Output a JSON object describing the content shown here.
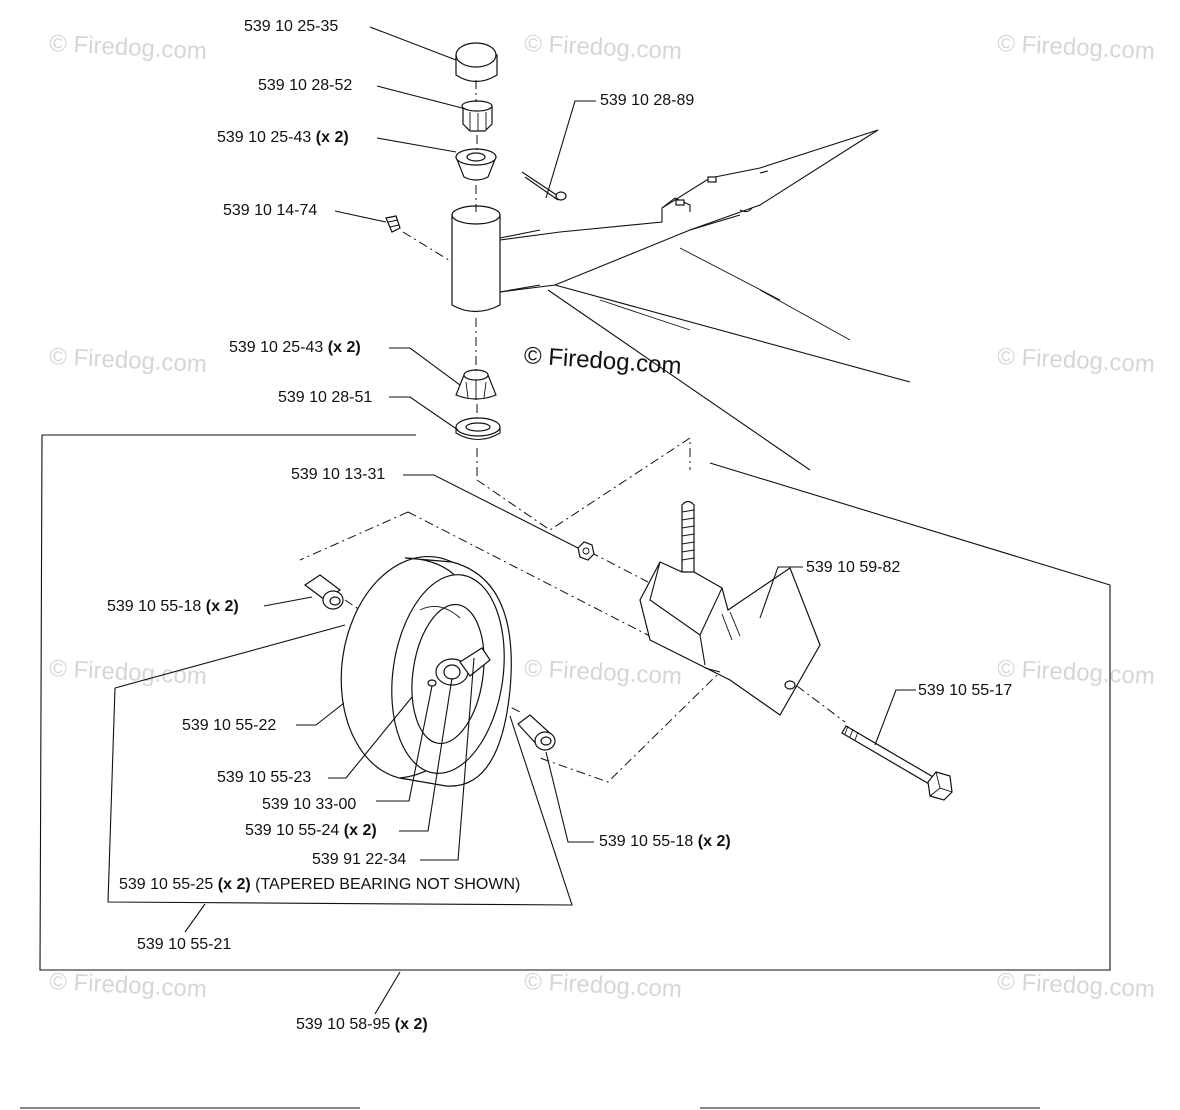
{
  "watermark": "© Firedog.com",
  "center_watermark": "© Firedog.com",
  "callouts": [
    {
      "id": "cap",
      "part": "539 10 25-35",
      "qty": ""
    },
    {
      "id": "castle-nut",
      "part": "539 10 28-52",
      "qty": ""
    },
    {
      "id": "cotter-pin",
      "part": "539 10 28-89",
      "qty": ""
    },
    {
      "id": "bearing-cone-top",
      "part": "539 10 25-43",
      "qty": "(x 2)"
    },
    {
      "id": "grease-fitting",
      "part": "539 10 14-74",
      "qty": ""
    },
    {
      "id": "bearing-cone-bottom",
      "part": "539 10 25-43",
      "qty": "(x 2)"
    },
    {
      "id": "seal",
      "part": "539 10 28-51",
      "qty": ""
    },
    {
      "id": "lock-nut",
      "part": "539 10 13-31",
      "qty": ""
    },
    {
      "id": "caster-fork",
      "part": "539 10 59-82",
      "qty": ""
    },
    {
      "id": "spacer-left",
      "part": "539 10 55-18",
      "qty": "(x 2)"
    },
    {
      "id": "axle-bolt",
      "part": "539 10 55-17",
      "qty": ""
    },
    {
      "id": "tire",
      "part": "539 10 55-22",
      "qty": ""
    },
    {
      "id": "rim",
      "part": "539 10 55-23",
      "qty": ""
    },
    {
      "id": "hub",
      "part": "539 10 33-00",
      "qty": ""
    },
    {
      "id": "bearing",
      "part": "539 10 55-24",
      "qty": "(x 2)"
    },
    {
      "id": "spacer-right",
      "part": "539 10 55-18",
      "qty": "(x 2)"
    },
    {
      "id": "grease-zerk",
      "part": "539 91 22-34",
      "qty": ""
    },
    {
      "id": "bearing-race",
      "part": "539 10 55-25",
      "qty": "(x 2)",
      "note": "(TAPERED BEARING NOT SHOWN)"
    },
    {
      "id": "wheel-assembly",
      "part": "539 10 55-21",
      "qty": ""
    },
    {
      "id": "caster-assembly",
      "part": "539 10 58-95",
      "qty": "(x 2)"
    }
  ]
}
